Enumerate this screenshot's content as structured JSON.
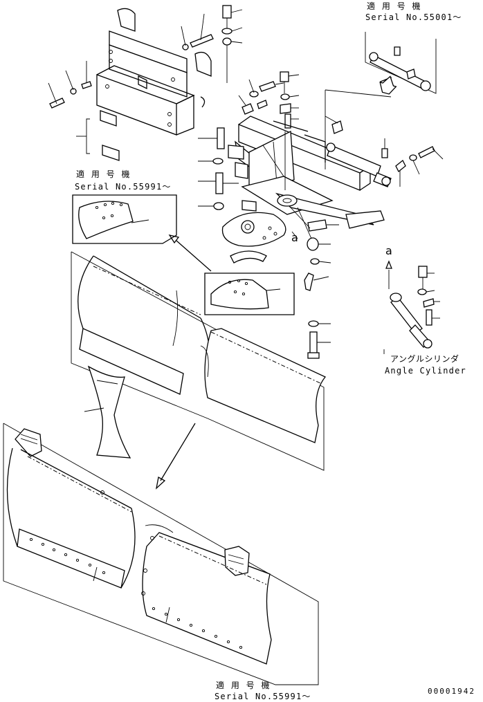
{
  "labels": {
    "top_right_applicable": "適 用 号 機",
    "top_right_serial": "Serial No.55001～",
    "left_applicable": "適 用 号 機",
    "left_serial": "Serial No.55991～",
    "bottom_applicable": "適 用 号 機",
    "bottom_serial": "Serial No.55991～",
    "angle_cylinder_jp": "アングルシリンダ",
    "angle_cylinder_en": "Angle Cylinder",
    "view_marker_a1": "a",
    "view_marker_a2": "a",
    "drawing_number": "00001942"
  }
}
